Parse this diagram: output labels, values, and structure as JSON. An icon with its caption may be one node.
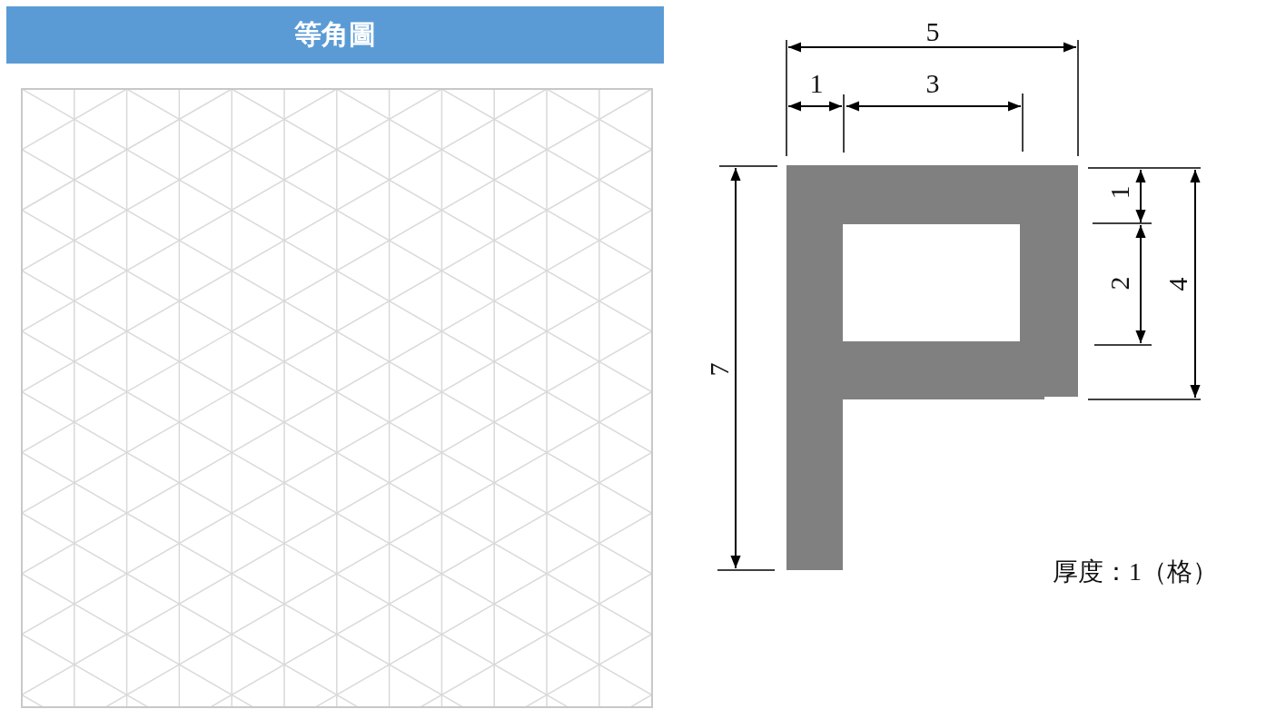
{
  "diagram": {
    "title": "等角圖",
    "labels": [
      "5",
      "1",
      "3",
      "1",
      "2",
      "4",
      "7",
      "厚度：1（格）"
    ]
  }
}
